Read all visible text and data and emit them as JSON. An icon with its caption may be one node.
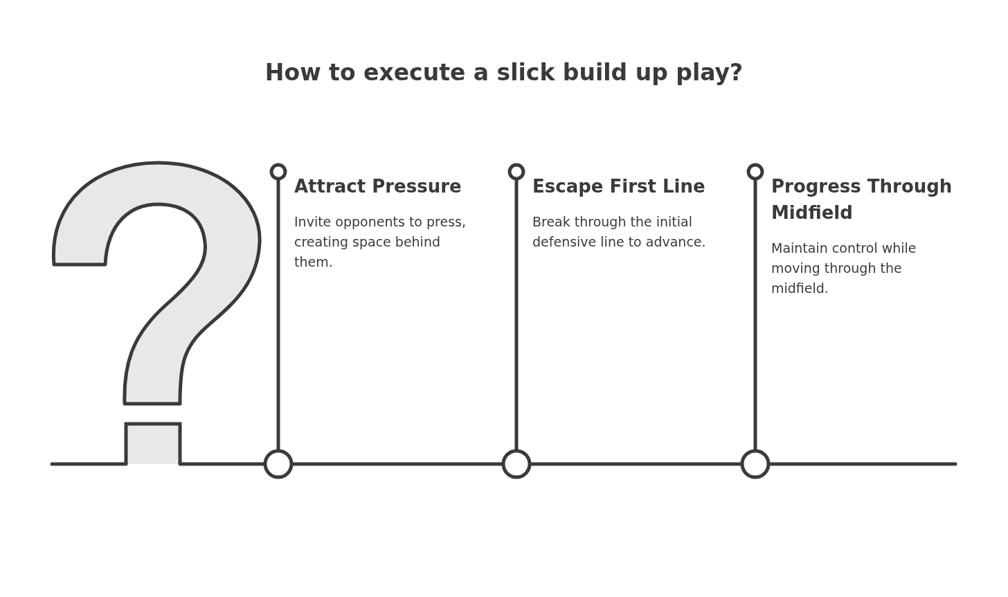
{
  "diagram": {
    "title": "How to execute a slick build up play?",
    "nodes": [
      {
        "text": [
          "Attract Pressure",
          "Invite opponents to press, creating space behind them."
        ]
      },
      {
        "text": [
          "Escape First Line",
          "Break through the initial defensive line to advance."
        ]
      },
      {
        "text": [
          "Progress Through Midfield",
          "Maintain control while moving through the midfield."
        ]
      }
    ]
  }
}
